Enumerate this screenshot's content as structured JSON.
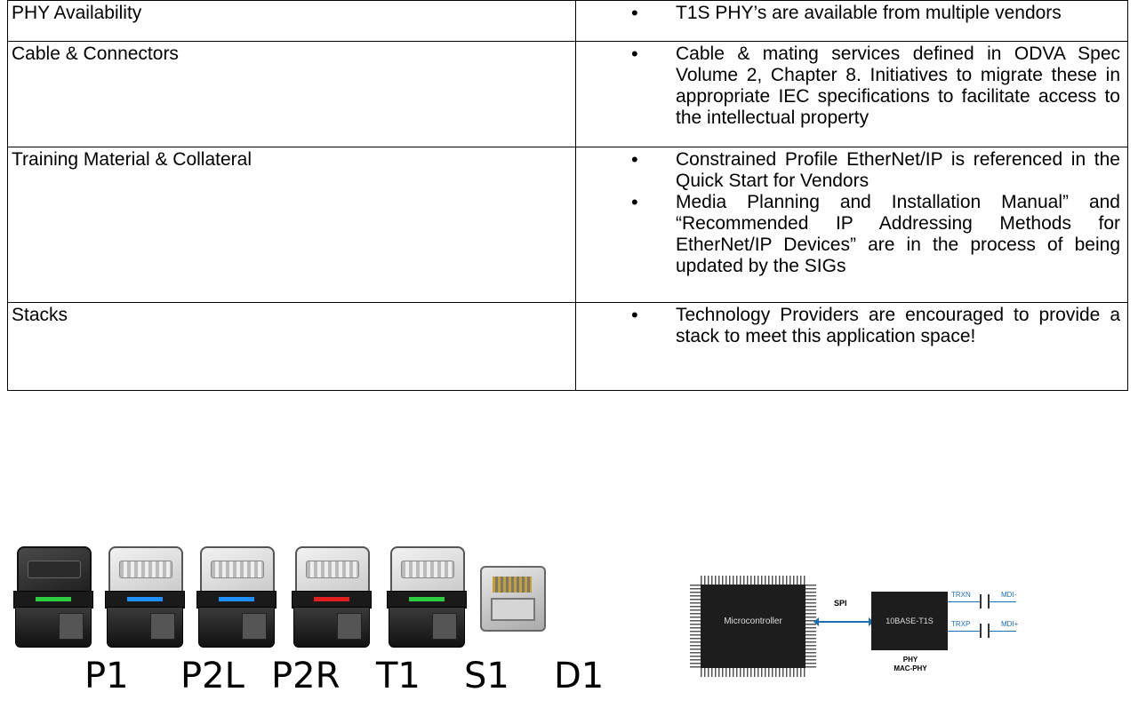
{
  "table": {
    "rows": [
      {
        "label": "PHY Availability",
        "bullets": [
          "T1S PHY’s are available from multiple vendors"
        ]
      },
      {
        "label": "Cable & Connectors",
        "bullets": [
          "Cable & mating services defined in ODVA Spec Volume 2, Chapter 8. Initiatives to migrate these in appropriate IEC specifications to facilitate access to the intellectual property"
        ]
      },
      {
        "label": "Training Material & Collateral",
        "bullets": [
          "Constrained Profile EtherNet/IP is referenced in the Quick Start for Vendors",
          "Media Planning and Installation Manual” and “Recommended IP Addressing Methods for EtherNet/IP Devices” are in the process of being updated by the SIGs"
        ]
      },
      {
        "label": "Stacks",
        "bullets": [
          "Technology Providers are encouraged to provide a stack to meet this application space!"
        ]
      }
    ]
  },
  "connectors": {
    "labels": [
      "P1",
      "P2L",
      "P2R",
      "T1",
      "S1",
      "D1"
    ],
    "band_colors": [
      "#2ecc40",
      "#1e90ff",
      "#1e90ff",
      "#e02020",
      "#2ecc40"
    ]
  },
  "diagram": {
    "mcu_label": "Microcontroller",
    "bus_label": "SPI",
    "phy_label": "10BASE-T1S",
    "phy_caption_1": "PHY",
    "phy_caption_2": "MAC-PHY",
    "line_n": "TRXN",
    "line_p": "TRXP",
    "mdi_minus": "MDI-",
    "mdi_plus": "MDI+"
  }
}
